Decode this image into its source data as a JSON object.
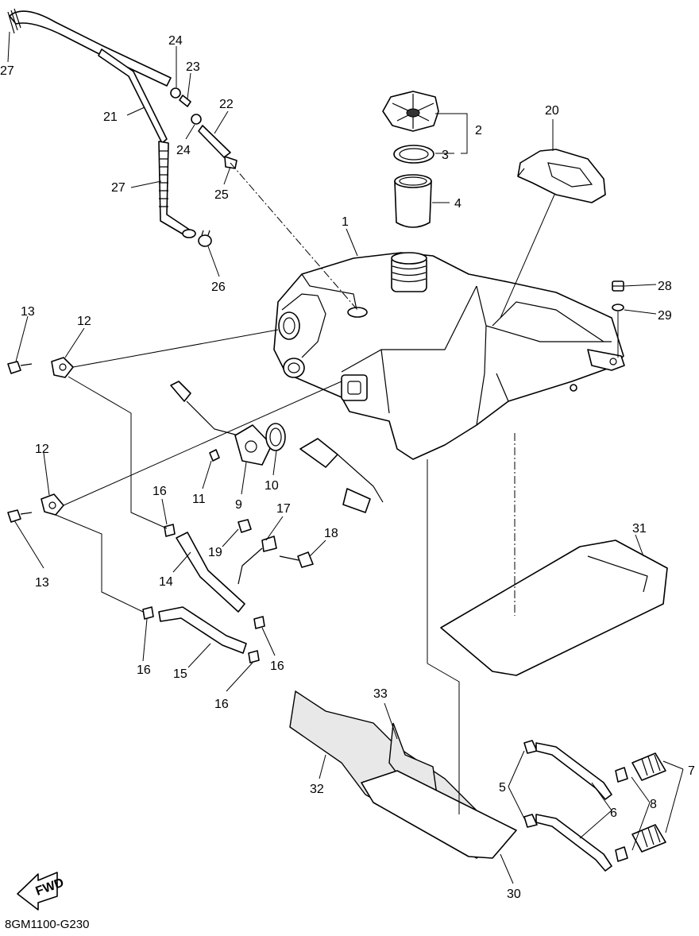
{
  "diagram": {
    "code": "8GM1100-G230",
    "fwd_label": "FWD",
    "callouts": {
      "c1": "1",
      "c2": "2",
      "c3": "3",
      "c4": "4",
      "c5": "5",
      "c6": "6",
      "c7": "7",
      "c8": "8",
      "c9": "9",
      "c10": "10",
      "c11": "11",
      "c12a": "12",
      "c12b": "12",
      "c13a": "13",
      "c13b": "13",
      "c14": "14",
      "c15": "15",
      "c16a": "16",
      "c16b": "16",
      "c16c": "16",
      "c16d": "16",
      "c17": "17",
      "c18": "18",
      "c19": "19",
      "c20": "20",
      "c21": "21",
      "c22": "22",
      "c23": "23",
      "c24a": "24",
      "c24b": "24",
      "c25": "25",
      "c26": "26",
      "c27a": "27",
      "c27b": "27",
      "c28": "28",
      "c29": "29",
      "c30": "30",
      "c31": "31",
      "c32": "32",
      "c33": "33"
    }
  }
}
